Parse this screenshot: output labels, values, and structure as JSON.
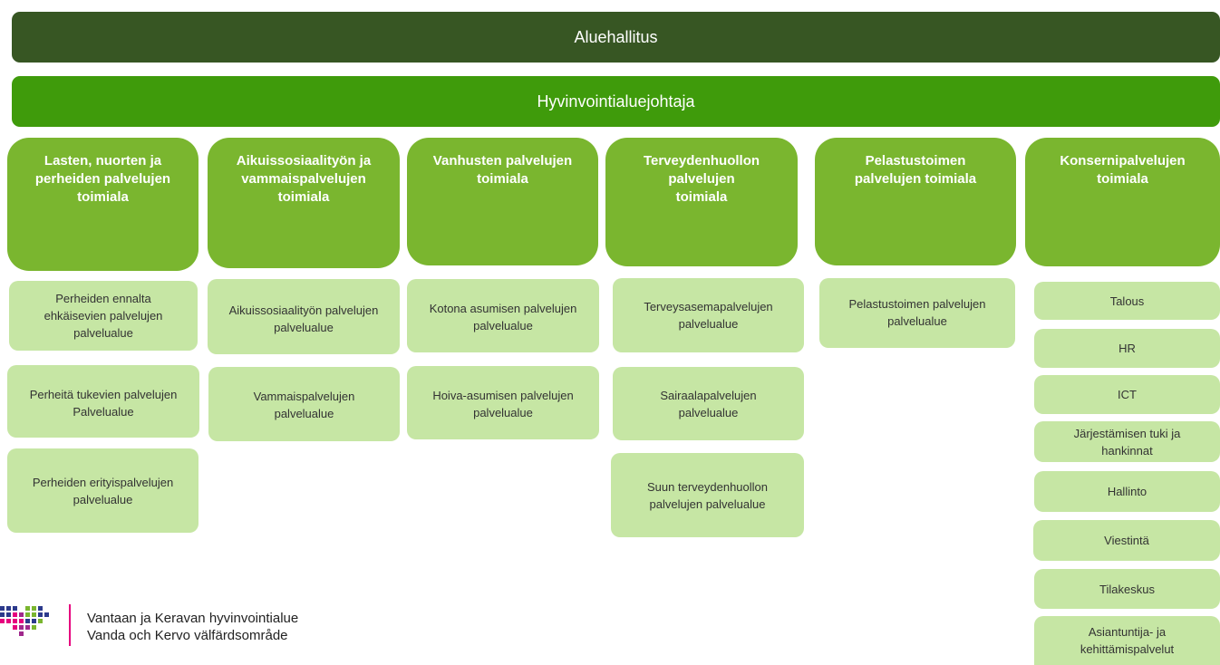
{
  "board": "Aluehallitus",
  "director": "Hyvinvointialuejohtaja",
  "divisions": [
    {
      "title": "Lasten, nuorten ja\nperheiden palvelujen\ntoimiala",
      "units": [
        "Perheiden ennalta\nehkäisevien palvelujen\npalvelualue",
        "Perheitä tukevien palvelujen\nPalvelualue",
        "Perheiden erityispalvelujen\npalvelualue"
      ]
    },
    {
      "title": "Aikuissosiaalityön ja\nvammaispalvelujen\ntoimiala",
      "units": [
        "Aikuissosiaalityön palvelujen\npalvelualue",
        "Vammaispalvelujen\npalvelualue"
      ]
    },
    {
      "title": "Vanhusten palvelujen\ntoimiala",
      "units": [
        "Kotona asumisen palvelujen\npalvelualue",
        "Hoiva-asumisen palvelujen\npalvelualue"
      ]
    },
    {
      "title": "Terveydenhuollon\npalvelujen\ntoimiala",
      "units": [
        "Terveysasemapalvelujen\npalvelualue",
        "Sairaalapalvelujen\npalvelualue",
        "Suun terveydenhuollon\npalvelujen palvelualue"
      ]
    },
    {
      "title": "Pelastustoimen\npalvelujen toimiala",
      "units": [
        "Pelastustoimen palvelujen\npalvelualue"
      ]
    },
    {
      "title": "Konsernipalvelujen\ntoimiala",
      "units": [
        "Talous",
        "HR",
        "ICT",
        "Järjestämisen tuki ja\nhankinnat",
        "Hallinto",
        "Viestintä",
        "Tilakeskus",
        "Asiantuntija- ja\nkehittämispalvelut"
      ]
    }
  ],
  "footer": {
    "line1": "Vantaan ja Keravan hyvinvointialue",
    "line2": "Vanda och Kervo välfärdsområde"
  },
  "colors": {
    "board": "#375623",
    "director": "#3f9b0b",
    "division_header": "#7ab62f",
    "unit": "#c6e6a4",
    "logo_blue": "#2c3a8c",
    "logo_pink": "#e6007e",
    "logo_green": "#7ab62f",
    "logo_magenta": "#a0288c"
  }
}
